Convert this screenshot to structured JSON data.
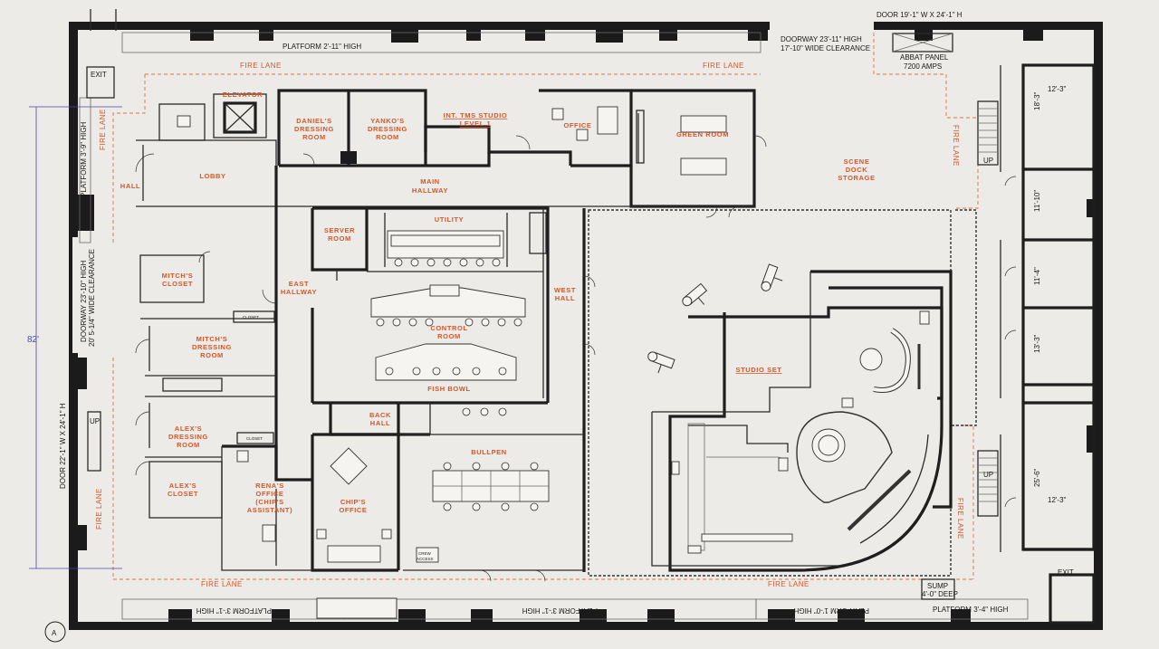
{
  "rooms": {
    "elevator": "ELEVATOR",
    "daniels_dressing": [
      "DANIEL'S",
      "DRESSING",
      "ROOM"
    ],
    "yankos_dressing": [
      "YANKO'S",
      "DRESSING",
      "ROOM"
    ],
    "studio_title": [
      "INT. TMS STUDIO",
      "LEVEL 1"
    ],
    "office": "OFFICE",
    "green_room": "GREEN ROOM",
    "lobby": "LOBBY",
    "hall": "HALL",
    "main_hallway": [
      "MAIN",
      "HALLWAY"
    ],
    "scene_dock": [
      "SCENE",
      "DOCK",
      "STORAGE"
    ],
    "utility": "UTILITY",
    "server_room": [
      "SERVER",
      "ROOM"
    ],
    "mitchs_closet": [
      "MITCH'S",
      "CLOSET"
    ],
    "east_hallway": [
      "EAST",
      "HALLWAY"
    ],
    "west_hall": [
      "WEST",
      "HALL"
    ],
    "control_room": [
      "CONTROL",
      "ROOM"
    ],
    "mitchs_dressing": [
      "MITCH'S",
      "DRESSING",
      "ROOM"
    ],
    "studio_set": "STUDIO SET",
    "fish_bowl": "FISH BOWL",
    "back_hall": [
      "BACK",
      "HALL"
    ],
    "alexs_dressing": [
      "ALEX'S",
      "DRESSING",
      "ROOM"
    ],
    "bullpen": "BULLPEN",
    "alexs_closet": [
      "ALEX'S",
      "CLOSET"
    ],
    "renas_office": [
      "RENA'S",
      "OFFICE",
      "(CHIP'S",
      "ASSISTANT)"
    ],
    "chips_office": [
      "CHIP'S",
      "OFFICE"
    ]
  },
  "labels": {
    "fire_lane": "FIRE LANE",
    "platform_top": "PLATFORM 2'-11\" HIGH",
    "platform_left": "PLATFORM 3'-9\" HIGH",
    "platform_bottom_left": "PLATFORM 3'-1\" HIGH",
    "platform_bottom_mid_a": "PLATFORM 3'-1\" HIGH",
    "platform_bottom_mid_b": "PLATFORM 1'-0\" HIGH",
    "platform_bottom_right": "PLATFORM 3'-4\" HIGH",
    "doorway_top": [
      "DOORWAY 23'-11\" HIGH",
      "17'-10\" WIDE CLEARANCE"
    ],
    "door_top_right": "DOOR 19'-1\" W X 24'-1\" H",
    "abbat_panel": [
      "ABBAT PANEL",
      "7200 AMPS"
    ],
    "doorway_left": [
      "DOORWAY 23'-10\" HIGH",
      "20' 5-1/4\" WIDE CLEARANCE"
    ],
    "door_left": "DOOR 22'-1\" W X 24'-1\" H",
    "exit": "EXIT",
    "up": "UP",
    "closet": "CLOSET",
    "crew_access": [
      "CREW",
      "ACCESS"
    ],
    "sump": [
      "SUMP",
      "4'-0\" DEEP"
    ],
    "dimension": "82'",
    "grid_marker": "A"
  },
  "storage_bays": [
    "12'-3\"",
    "18'-3\"",
    "11'-10\"",
    "11'-4\"",
    "13'-3\"",
    "25'-6\"",
    "12'-3\""
  ],
  "colors": {
    "wall": "#1b1b1b",
    "accent_label": "#d4572a",
    "fire_lane": "#e2703f",
    "dimension": "#4a4aa8",
    "background": "#ecebe7"
  }
}
